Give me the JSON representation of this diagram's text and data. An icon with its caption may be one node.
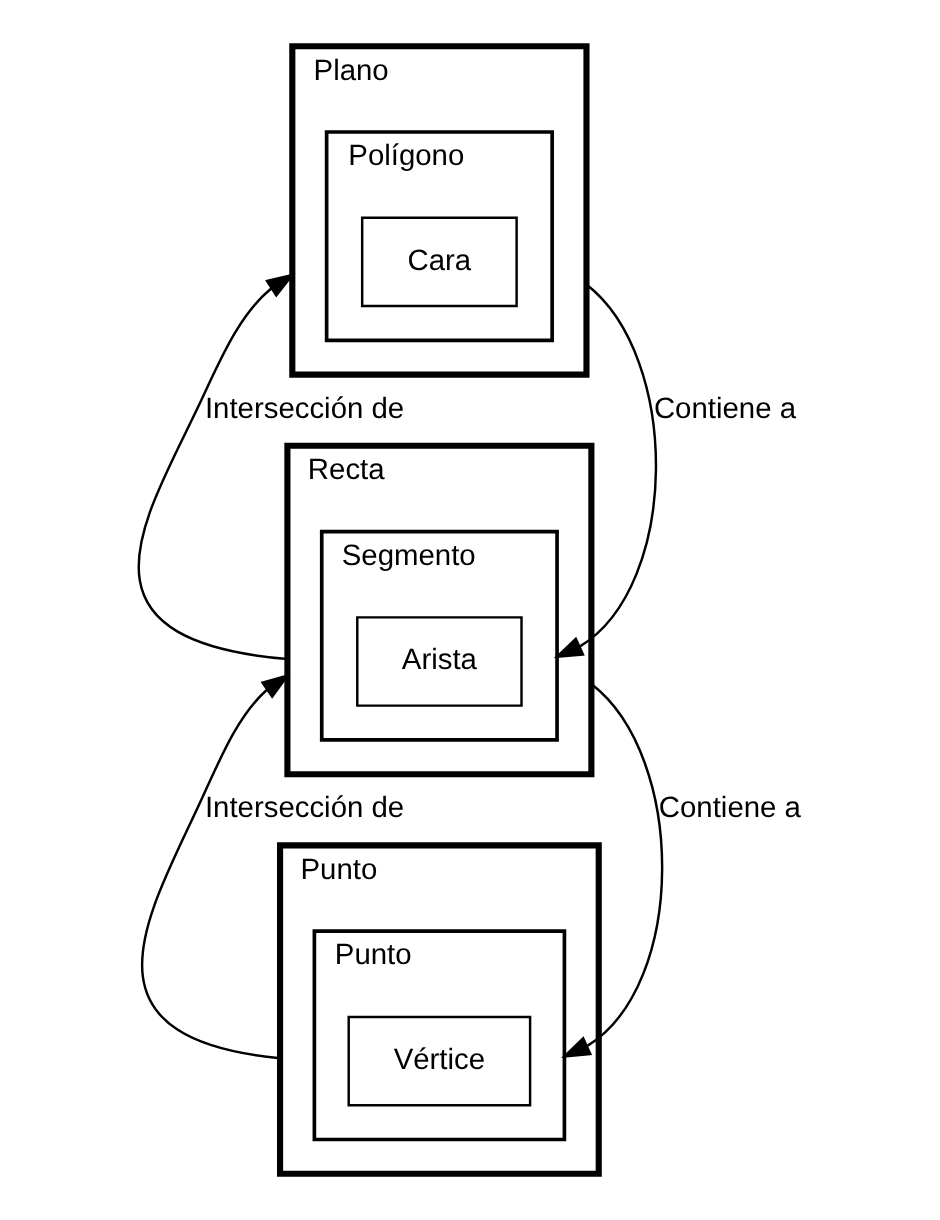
{
  "diagram": {
    "nodes": [
      {
        "text": [
          "Plano"
        ]
      },
      {
        "text": [
          "Polígono"
        ],
        "in": 0
      },
      {
        "text": [
          "Cara"
        ],
        "in": 1
      },
      {
        "text": [
          "Recta"
        ]
      },
      {
        "text": [
          "Segmento"
        ],
        "in": 3
      },
      {
        "text": [
          "Arista"
        ],
        "in": 4
      },
      {
        "text": [
          "Punto"
        ]
      },
      {
        "text": [
          "Punto"
        ],
        "in": 6
      },
      {
        "text": [
          "Vértice"
        ],
        "in": 7
      }
    ],
    "edges": [
      {
        "from": 3,
        "to": 0,
        "arrow": "to",
        "label": "Intersección de"
      },
      {
        "from": 0,
        "to": 4,
        "arrow": "to",
        "label": "Contiene a"
      },
      {
        "from": 6,
        "to": 3,
        "arrow": "to",
        "label": "Intersección de"
      },
      {
        "from": 3,
        "to": 7,
        "arrow": "to",
        "label": "Contiene a"
      }
    ]
  }
}
